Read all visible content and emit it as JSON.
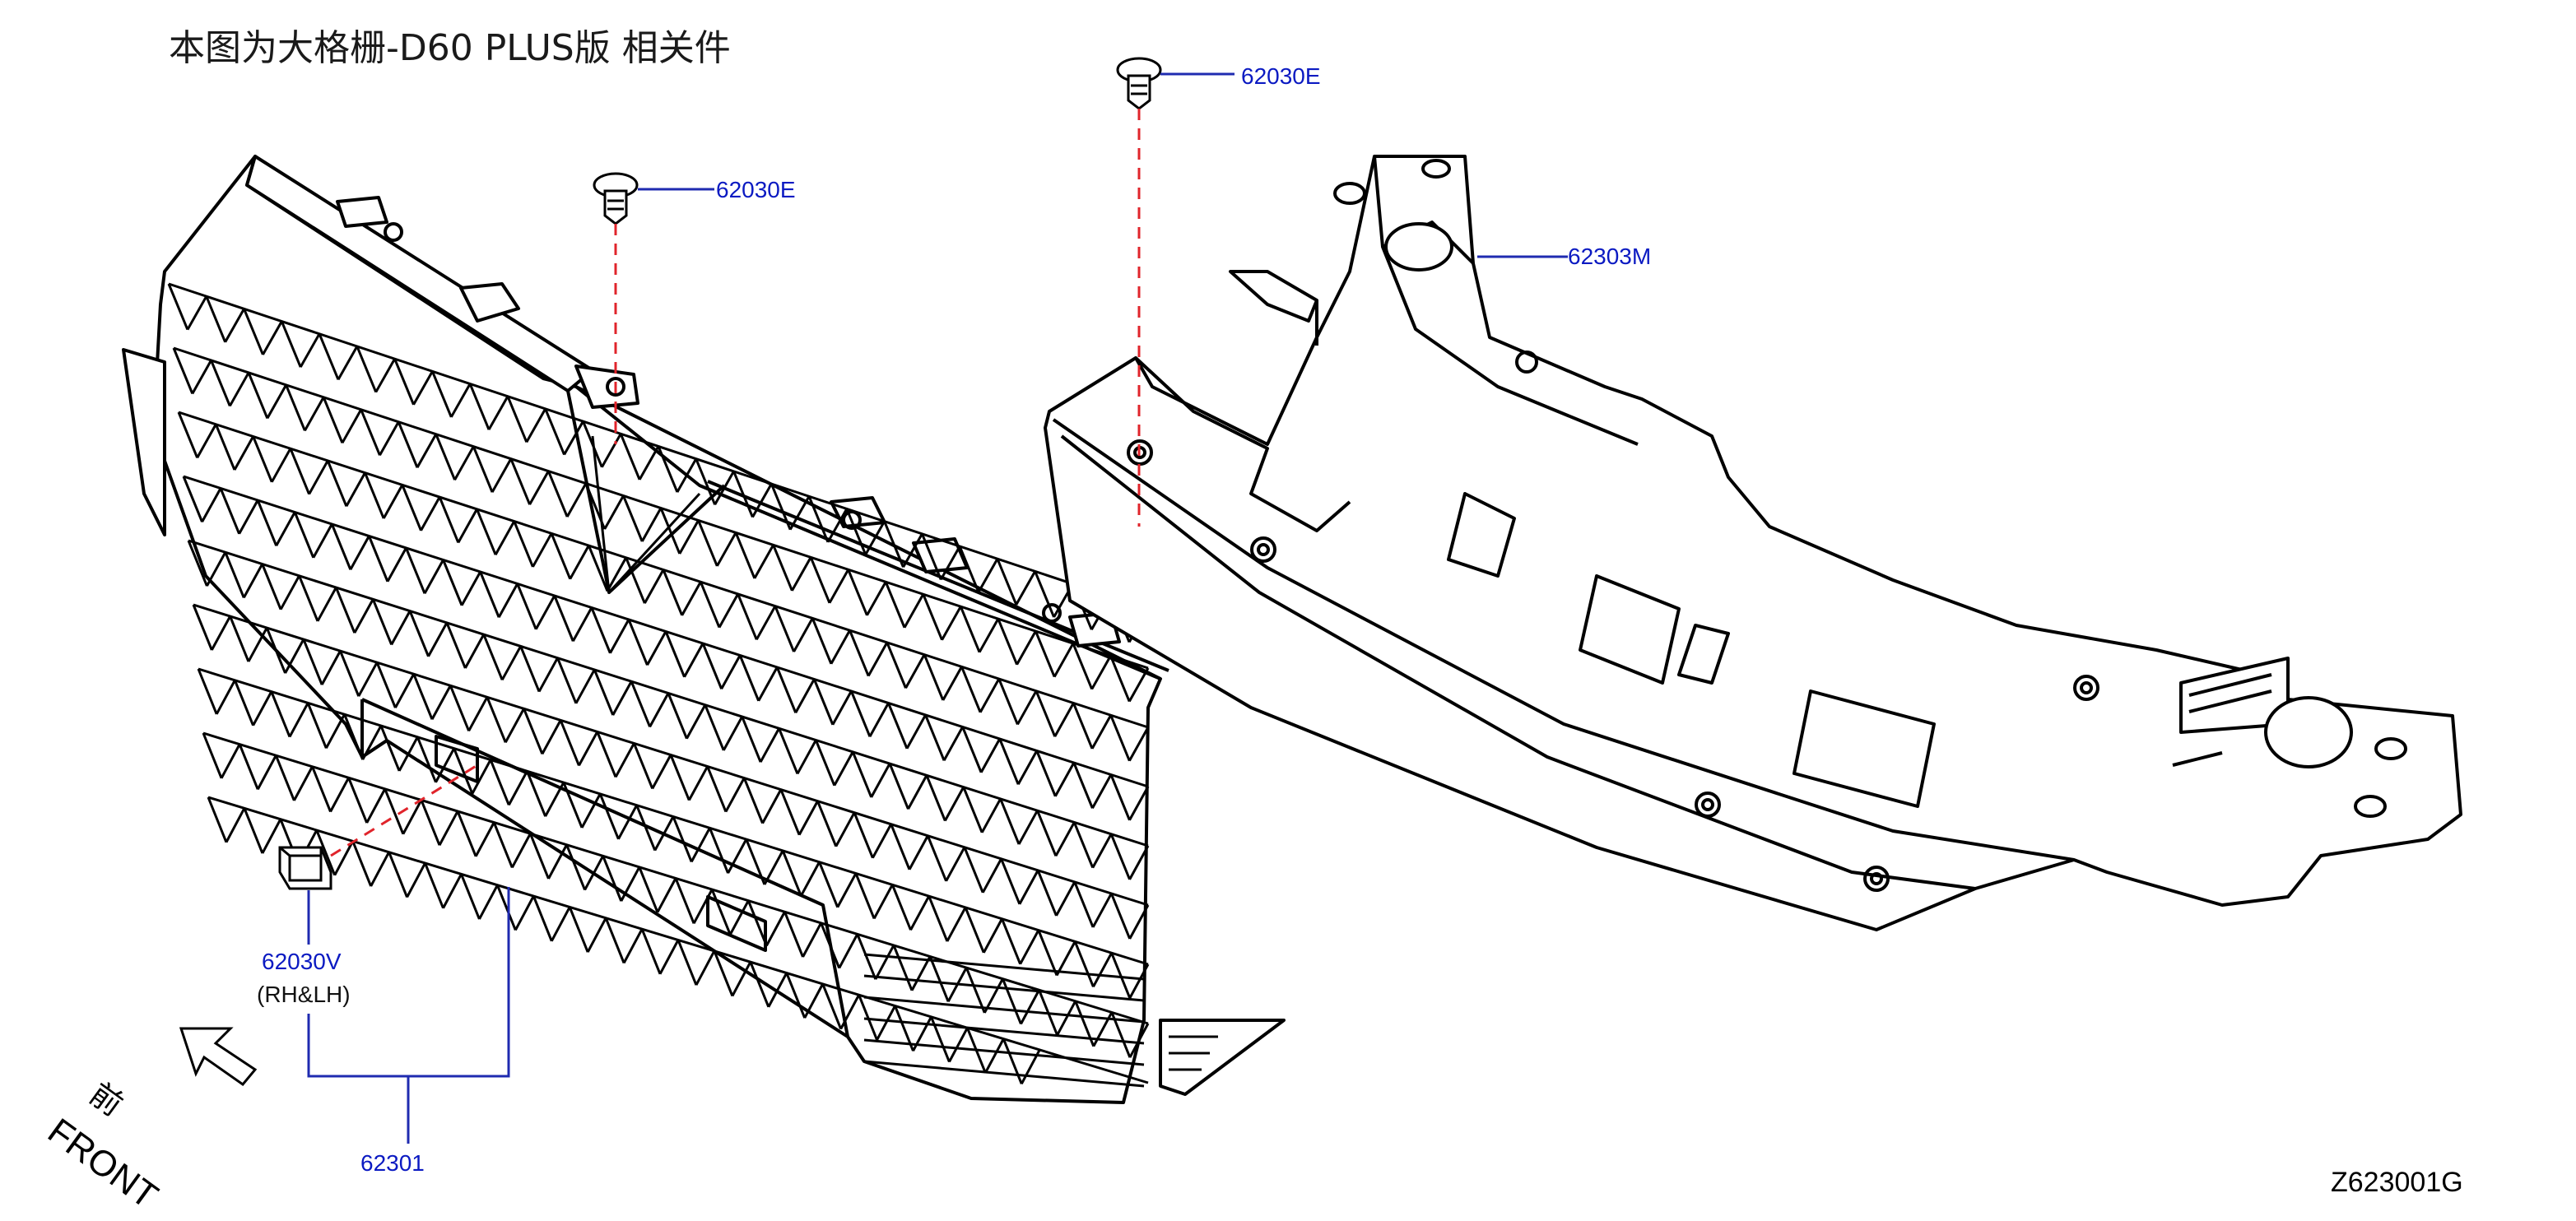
{
  "title": "本图为大格栅-D60  PLUS版 相关件",
  "callouts": {
    "clip_left": "62030E",
    "clip_right": "62030E",
    "cover": "62303M",
    "clip_lower": "62030V",
    "clip_lower_side": "(RH&LH)",
    "grille": "62301"
  },
  "direction": {
    "chinese": "前",
    "english": "FRONT"
  },
  "diagram_code": "Z623001G",
  "colors": {
    "leader_line": "#1f2bb0",
    "dashed_line": "#e0242b",
    "callout_text": "#0b1ac2",
    "drawing_line": "#000000"
  }
}
